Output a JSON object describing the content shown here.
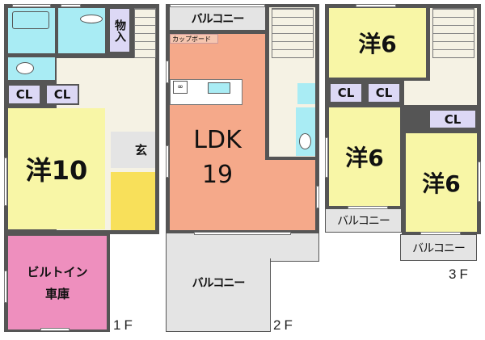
{
  "floorplan": {
    "colors": {
      "wall": "#555555",
      "hall": "#f5f2e4",
      "western_room": "#f8f6a6",
      "wet_area": "#a9ecf4",
      "closet": "#dcd8f5",
      "balcony": "#e4e4e4",
      "garage": "#ee8fbe",
      "ldk": "#f5a98a",
      "entrance_hall": "#f8e05a"
    },
    "floor1": {
      "label": "1F",
      "storage": "物入",
      "closets": [
        "CL",
        "CL"
      ],
      "bedroom": "洋10",
      "entrance": "玄",
      "garage_line1": "ビルトイン",
      "garage_line2": "車庫"
    },
    "floor2": {
      "label": "2F",
      "balcony_top": "バルコニー",
      "cupboard": "カップボード",
      "ldk_line1": "LDK",
      "ldk_line2": "19",
      "balcony_bottom": "バルコニー"
    },
    "floor3": {
      "label": "3F",
      "bedroom_top": "洋6",
      "closets": [
        "CL",
        "CL",
        "CL"
      ],
      "bedroom_left": "洋6",
      "bedroom_right": "洋6",
      "balcony_left": "バルコニー",
      "balcony_right": "バルコニー"
    }
  }
}
